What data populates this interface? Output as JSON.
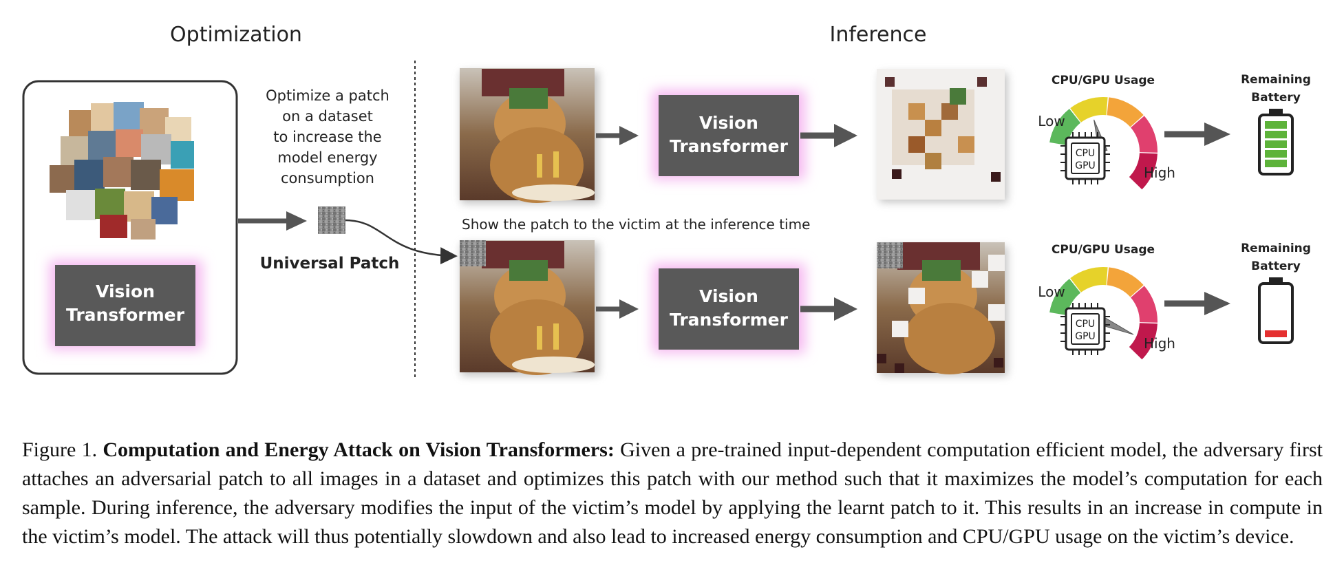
{
  "figure": {
    "section_optimization": "Optimization",
    "section_inference": "Inference",
    "optimize_text": [
      "Optimize a patch",
      "on a dataset",
      "to increase the",
      "model energy",
      "consumption"
    ],
    "universal_patch_label": "Universal Patch",
    "show_patch_text": "Show the patch to the victim at the inference time",
    "vit_line1": "Vision",
    "vit_line2": "Transformer",
    "cpu_gpu_usage_label": "CPU/GPU Usage",
    "gauge_low": "Low",
    "gauge_high": "High",
    "chip_line1": "CPU",
    "chip_line2": "GPU",
    "battery_label_line1": "Remaining",
    "battery_label_line2": "Battery",
    "top_gauge_level": 0.3,
    "bottom_gauge_level": 0.9,
    "top_battery_level": 1.0,
    "bottom_battery_level": 0.15,
    "colors": {
      "vit_box": "#595959",
      "vit_glow": "#f5b8f0",
      "arrow": "#555555",
      "gauge_green": "#5cb85c",
      "gauge_yellow": "#e6d22a",
      "gauge_orange": "#f3a43a",
      "gauge_pink": "#e0406e",
      "gauge_red": "#c0184c",
      "battery_green": "#5db33a",
      "battery_red": "#e53030"
    }
  },
  "caption": {
    "label": "Figure 1.",
    "bold": "Computation and Energy Attack on Vision Transformers:",
    "text": "Given a pre-trained input-dependent computation efficient model, the adversary first attaches an adversarial patch to all images in a dataset and optimizes this patch with our method such that it maximizes the model’s computation for each sample. During inference, the adversary modifies the input of the victim’s model by applying the learnt patch to it. This results in an increase in compute in the victim’s model. The attack will thus potentially slowdown and also lead to increased energy consumption and CPU/GPU usage on the victim’s device."
  }
}
